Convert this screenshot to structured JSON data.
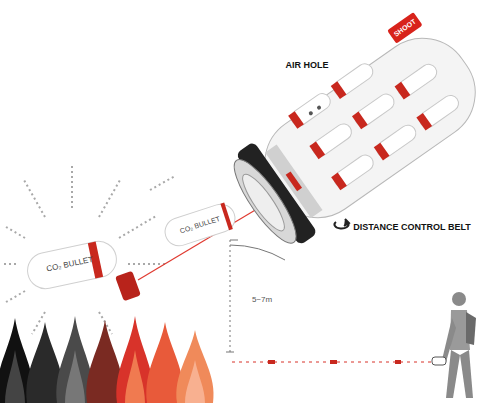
{
  "diagram": {
    "labels": [
      "SHOOT",
      "AIR HOLE",
      "DISTANCE CONTROL BELT",
      "CO₂ BULLET",
      "CO₂ BULLET",
      "5~7m"
    ]
  }
}
